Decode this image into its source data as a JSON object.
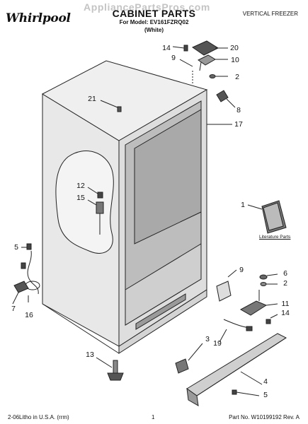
{
  "header": {
    "brand": "Whirlpool",
    "watermark": "AppliancePartsPros.com",
    "title": "CABINET PARTS",
    "model_line": "For Model: EV161FZRQ02",
    "color_line": "(White)",
    "product_type": "VERTICAL FREEZER"
  },
  "labels": {
    "literature_parts": "Literature Parts"
  },
  "footer": {
    "left": "2-06Litho in U.S.A. (rrm)",
    "page": "1",
    "part_no": "Part No. W10199192 Rev. A"
  },
  "callouts": {
    "c1": "1",
    "c2a": "2",
    "c2b": "2",
    "c3": "3",
    "c4": "4",
    "c5a": "5",
    "c5b": "5",
    "c6": "6",
    "c7": "7",
    "c8": "8",
    "c9a": "9",
    "c9b": "9",
    "c10": "10",
    "c11": "11",
    "c12": "12",
    "c13": "13",
    "c14a": "14",
    "c14b": "14",
    "c15": "15",
    "c16": "16",
    "c17": "17",
    "c19": "19",
    "c20": "20",
    "c21": "21"
  },
  "colors": {
    "line": "#222222",
    "cabinet_fill": "#e6e6e6",
    "cabinet_dark": "#c9c9c9",
    "interior": "#b8b8b8",
    "watermark": "#c4c4c4"
  }
}
